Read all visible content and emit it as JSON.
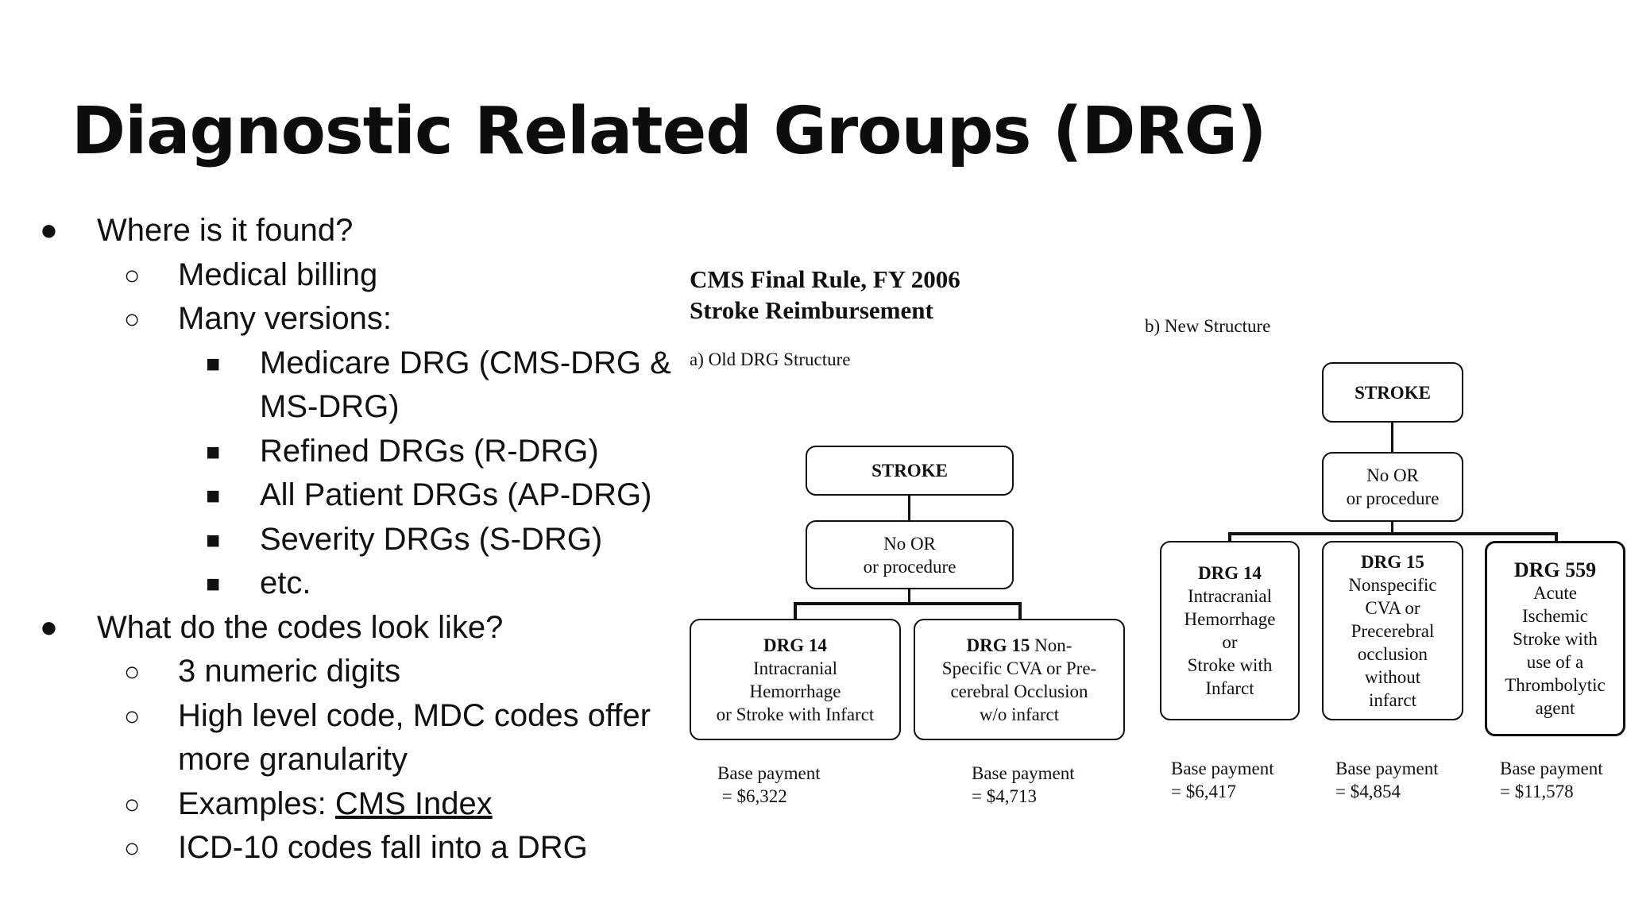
{
  "title": "Diagnostic Related Groups (DRG)",
  "bullets": {
    "q1": "Where is it found?",
    "medical_billing": "Medical billing",
    "many_versions": "Many versions:",
    "medicare_1": "Medicare DRG (CMS-DRG &",
    "medicare_2": "MS-DRG)",
    "refined": "Refined DRGs (R-DRG)",
    "all_patient": "All Patient DRGs (AP-DRG)",
    "severity": "Severity DRGs (S-DRG)",
    "etc": "etc.",
    "q2": "What do the codes look like?",
    "digits": "3 numeric digits",
    "high_level_1": "High level code, MDC codes offer",
    "high_level_2": "more granularity",
    "examples_prefix": "Examples: ",
    "examples_link": "CMS Index",
    "icd": "ICD-10 codes fall into a DRG"
  },
  "markers": {
    "l1": "●",
    "l2": "○",
    "l3": "■"
  },
  "figure": {
    "title_1": "CMS Final Rule, FY 2006",
    "title_2": "Stroke Reimbursement",
    "old_label": "a) Old DRG Structure",
    "new_label": "b) New Structure",
    "old": {
      "stroke": "STROKE",
      "no_or_1": "No OR",
      "no_or_2": "or procedure",
      "drg14": {
        "code": "DRG 14",
        "l1": "Intracranial",
        "l2": "Hemorrhage",
        "l3": "or Stroke with Infarct",
        "pay_1": "Base payment",
        "pay_2": " = $6,322"
      },
      "drg15": {
        "code": "DRG 15",
        "l0": " Non-",
        "l1": "Specific CVA or Pre-",
        "l2": "cerebral Occlusion",
        "l3": "w/o infarct",
        "pay_1": "Base payment",
        "pay_2": "= $4,713"
      }
    },
    "new": {
      "stroke": "STROKE",
      "no_or_1": "No OR",
      "no_or_2": "or procedure",
      "drg14": {
        "code": "DRG 14",
        "lines": [
          "Intracranial",
          "Hemorrhage",
          "or",
          "Stroke with",
          "Infarct"
        ],
        "pay_1": "Base payment",
        "pay_2": "= $6,417"
      },
      "drg15": {
        "code": "DRG 15",
        "lines": [
          "Nonspecific",
          "CVA or",
          "Precerebral",
          "occlusion",
          "without",
          "infarct"
        ],
        "pay_1": "Base payment",
        "pay_2": "= $4,854"
      },
      "drg559": {
        "code": "DRG 559",
        "lines": [
          "Acute",
          "Ischemic",
          "Stroke with",
          "use of a",
          "Thrombolytic",
          "agent"
        ],
        "pay_1": "Base payment",
        "pay_2": "= $11,578"
      }
    }
  }
}
